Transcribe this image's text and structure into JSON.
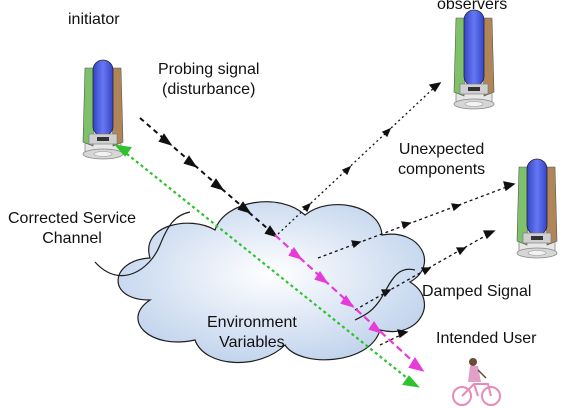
{
  "labels": {
    "initiator": "initiator",
    "observers": "observers",
    "probing_line1": "Probing signal",
    "probing_line2": "(disturbance)",
    "unexpected_line1": "Unexpected",
    "unexpected_line2": "components",
    "corrected_line1": "Corrected Service",
    "corrected_line2": "Channel",
    "damped": "Damped Signal",
    "environment_line1": "Environment",
    "environment_line2": "Variables",
    "intended_user": "Intended User"
  },
  "colors": {
    "probing_signal": "#111111",
    "damped_signal": "#e83ad8",
    "corrected_channel": "#2ec22e",
    "cloud_fill": "#d6e3f5",
    "cloud_stroke": "#1e1e1e",
    "device_body": "#4f62e6",
    "device_panel_green": "#7ec16a",
    "device_panel_brown": "#b08558",
    "device_base": "#d9d9d9",
    "bicycle": "#e88ab8"
  },
  "icons": {
    "initiator_device": "antenna-device-icon",
    "observer_device": "antenna-device-icon",
    "intended_user": "cyclist-icon"
  }
}
